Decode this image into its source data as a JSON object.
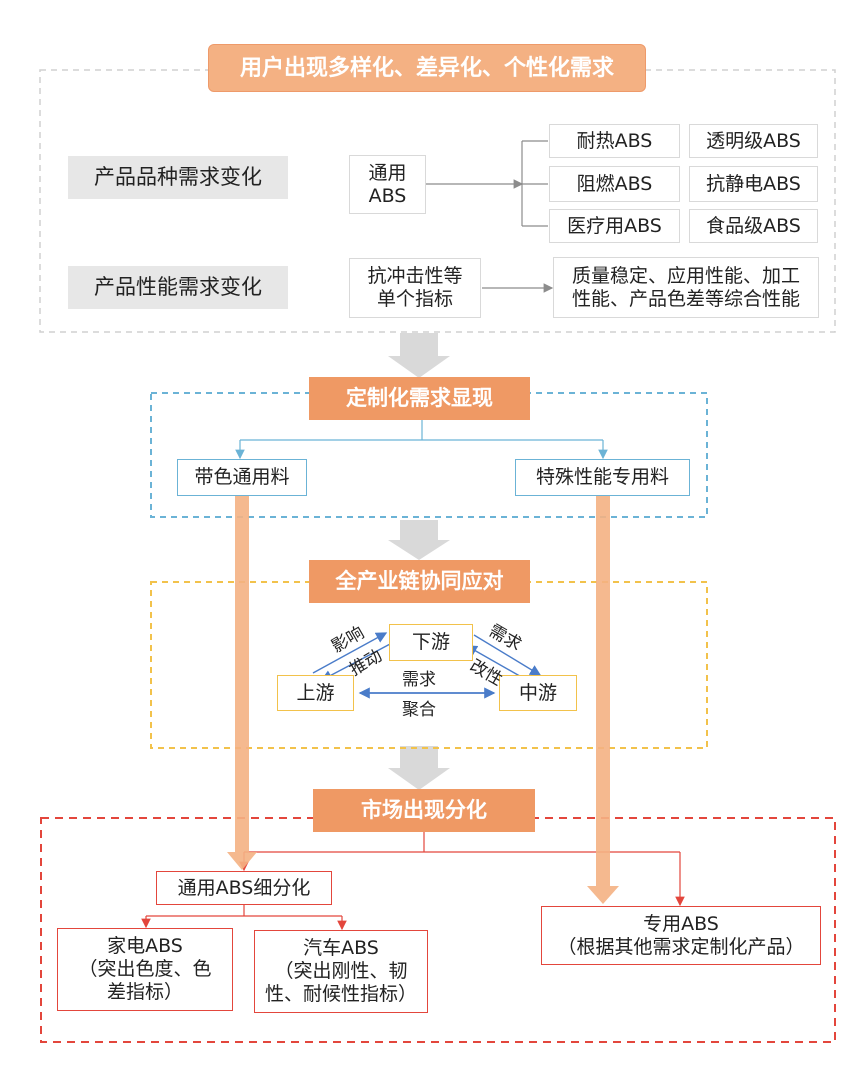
{
  "colors": {
    "orange_light": "#f4b183",
    "orange": "#ef9964",
    "blue": "#6bb3d6",
    "yellow": "#f2c24b",
    "red": "#e3463c",
    "gray_arrow": "#d9d9d9"
  },
  "top": {
    "title": "用户出现多样化、差异化、个性化需求",
    "row1": {
      "label": "产品品种需求变化",
      "source": [
        "通用",
        "ABS"
      ],
      "targets": [
        "耐热ABS",
        "透明级ABS",
        "阻燃ABS",
        "抗静电ABS",
        "医疗用ABS",
        "食品级ABS"
      ]
    },
    "row2": {
      "label": "产品性能需求变化",
      "source": [
        "抗冲击性等",
        "单个指标"
      ],
      "target": [
        "质量稳定、应用性能、加工",
        "性能、产品色差等综合性能"
      ]
    }
  },
  "custom": {
    "title": "定制化需求显现",
    "left": "带色通用料",
    "right": "特殊性能专用料"
  },
  "chain": {
    "title": "全产业链协同应对",
    "downstream": "下游",
    "upstream": "上游",
    "midstream": "中游",
    "label_influence": "影响",
    "label_drive": "推动",
    "label_demand_top": "需求",
    "label_modify": "改性",
    "label_demand": "需求",
    "label_aggregate": "聚合"
  },
  "market": {
    "title": "市场出现分化",
    "general": "通用ABS细分化",
    "appliance": [
      "家电ABS",
      "（突出色度、色",
      "差指标）"
    ],
    "auto": [
      "汽车ABS",
      "（突出刚性、韧",
      "性、耐候性指标）"
    ],
    "special": [
      "专用ABS",
      "（根据其他需求定制化产品）"
    ]
  }
}
